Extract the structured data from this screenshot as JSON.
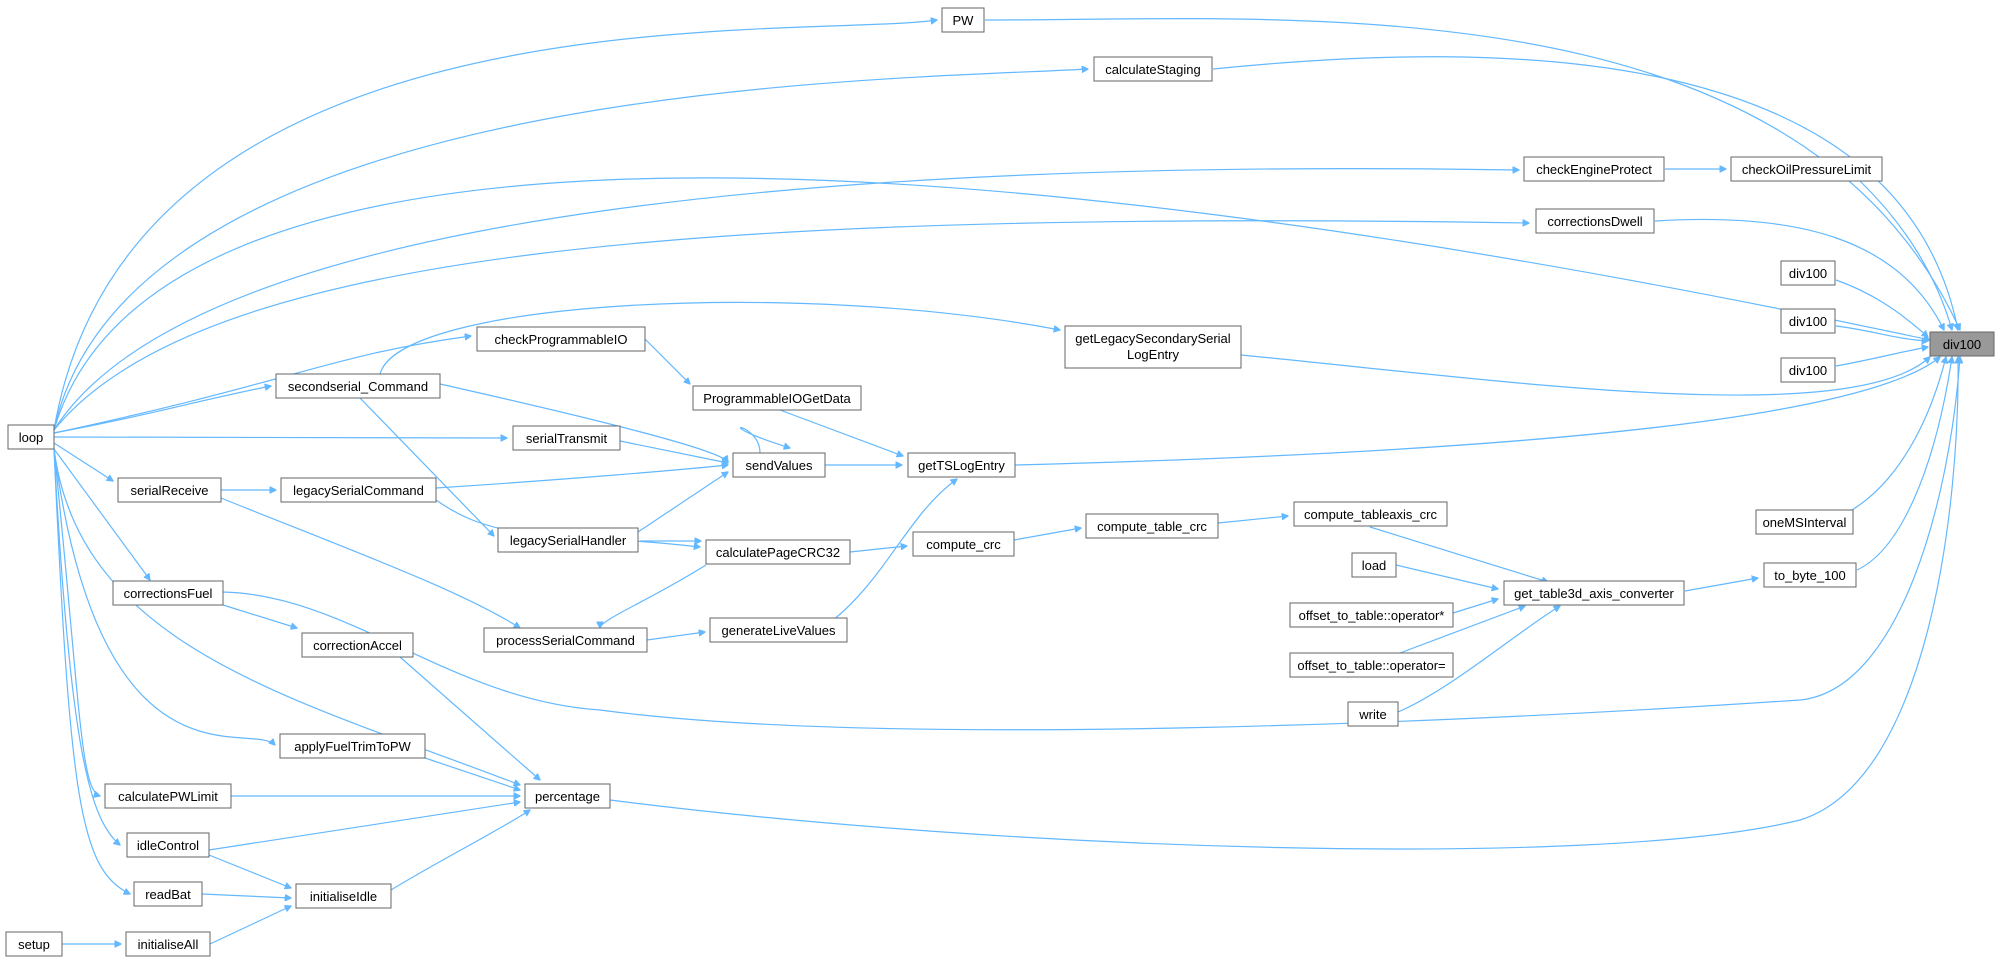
{
  "diagram": {
    "type": "caller-graph",
    "focus": "div100",
    "colors": {
      "edge": "#63b8ff",
      "node_border": "#666666",
      "focus_fill": "#999999"
    },
    "nodes": [
      {
        "id": "div100",
        "label": "div100",
        "focus": true
      },
      {
        "id": "PW",
        "label": "PW"
      },
      {
        "id": "calculateStaging",
        "label": "calculateStaging"
      },
      {
        "id": "checkEngineProtect",
        "label": "checkEngineProtect"
      },
      {
        "id": "checkOilPressureLimit",
        "label": "checkOilPressureLimit"
      },
      {
        "id": "correctionsDwell",
        "label": "correctionsDwell"
      },
      {
        "id": "div100_a",
        "label": "div100"
      },
      {
        "id": "div100_b",
        "label": "div100"
      },
      {
        "id": "div100_c",
        "label": "div100"
      },
      {
        "id": "getLegacySecondarySerialLogEntry",
        "label": "getLegacySecondarySerial LogEntry"
      },
      {
        "id": "checkProgrammableIO",
        "label": "checkProgrammableIO"
      },
      {
        "id": "ProgrammableIOGetData",
        "label": "ProgrammableIOGetData"
      },
      {
        "id": "secondserial_Command",
        "label": "secondserial_Command"
      },
      {
        "id": "loop",
        "label": "loop"
      },
      {
        "id": "serialTransmit",
        "label": "serialTransmit"
      },
      {
        "id": "sendValues",
        "label": "sendValues"
      },
      {
        "id": "getTSLogEntry",
        "label": "getTSLogEntry"
      },
      {
        "id": "serialReceive",
        "label": "serialReceive"
      },
      {
        "id": "legacySerialCommand",
        "label": "legacySerialCommand"
      },
      {
        "id": "legacySerialHandler",
        "label": "legacySerialHandler"
      },
      {
        "id": "calculatePageCRC32",
        "label": "calculatePageCRC32"
      },
      {
        "id": "compute_crc",
        "label": "compute_crc"
      },
      {
        "id": "compute_table_crc",
        "label": "compute_table_crc"
      },
      {
        "id": "compute_tableaxis_crc",
        "label": "compute_tableaxis_crc"
      },
      {
        "id": "oneMSInterval",
        "label": "oneMSInterval"
      },
      {
        "id": "load",
        "label": "load"
      },
      {
        "id": "get_table3d_axis_converter",
        "label": "get_table3d_axis_converter"
      },
      {
        "id": "to_byte_100",
        "label": "to_byte_100"
      },
      {
        "id": "offset_to_table_mul",
        "label": "offset_to_table::operator*"
      },
      {
        "id": "offset_to_table_assign",
        "label": "offset_to_table::operator="
      },
      {
        "id": "write",
        "label": "write"
      },
      {
        "id": "correctionsFuel",
        "label": "correctionsFuel"
      },
      {
        "id": "processSerialCommand",
        "label": "processSerialCommand"
      },
      {
        "id": "generateLiveValues",
        "label": "generateLiveValues"
      },
      {
        "id": "correctionAccel",
        "label": "correctionAccel"
      },
      {
        "id": "applyFuelTrimToPW",
        "label": "applyFuelTrimToPW"
      },
      {
        "id": "calculatePWLimit",
        "label": "calculatePWLimit"
      },
      {
        "id": "percentage",
        "label": "percentage"
      },
      {
        "id": "idleControl",
        "label": "idleControl"
      },
      {
        "id": "readBat",
        "label": "readBat"
      },
      {
        "id": "initialiseIdle",
        "label": "initialiseIdle"
      },
      {
        "id": "setup",
        "label": "setup"
      },
      {
        "id": "initialiseAll",
        "label": "initialiseAll"
      }
    ]
  }
}
